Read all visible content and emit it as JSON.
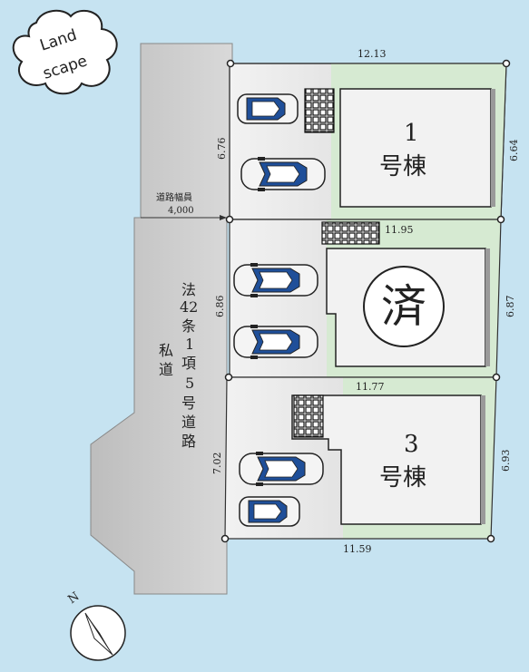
{
  "logo": {
    "line1": "Land",
    "line2": "scape"
  },
  "road": {
    "width_label": "道路幅員",
    "width_value": "4,000",
    "designation_chars": [
      "法",
      "42",
      "条",
      "1",
      "項",
      "5",
      "号",
      "道",
      "路"
    ],
    "private_chars": [
      "私",
      "道"
    ]
  },
  "lots": [
    {
      "top": "12.13",
      "left": "6.76",
      "right": "6.64",
      "building_num": "1",
      "building_label": "号棟"
    },
    {
      "top": "11.95",
      "left": "6.86",
      "right": "6.87",
      "stamp": "済"
    },
    {
      "top": "11.77",
      "left": "7.02",
      "right": "6.93",
      "bottom": "11.59",
      "building_num": "3",
      "building_label": "号棟"
    }
  ],
  "compass": {
    "label": "N"
  },
  "colors": {
    "background": "#c6e3f1",
    "road": "#cdcdcd",
    "lot": "#dcdcdc",
    "garden": "#d6ead2",
    "car": "#1f4f99"
  }
}
